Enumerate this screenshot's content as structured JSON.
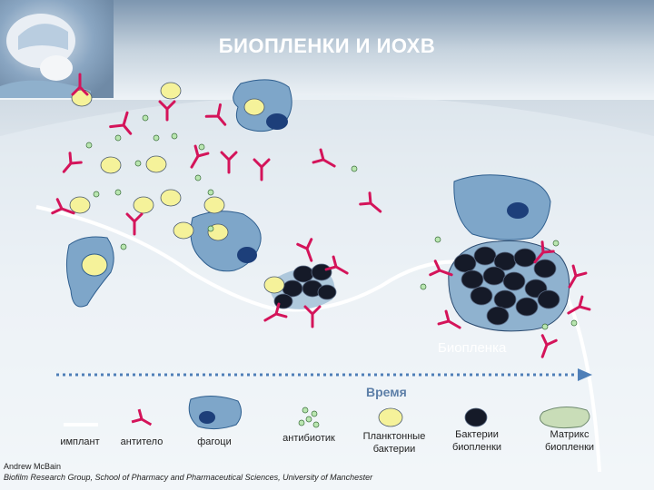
{
  "title": "БИОПЛЕНКИ И ИОХВ",
  "diagram": {
    "biofilm_label": "Биопленка",
    "time_label": "Время"
  },
  "legend": {
    "implant": "имплант",
    "antibody": "антитело",
    "phagocyte": "фагоци",
    "antibiotic": "антибиотик",
    "planktonic": "Планктонные бактерии",
    "biofilm_bacteria": "Бактерии биопленки",
    "matrix": "Матрикс биопленки"
  },
  "credit": {
    "author": "Andrew McBain",
    "affiliation": "Biofilm Research Group, School of Pharmacy and Pharmaceutical Sciences, University of Manchester"
  },
  "colors": {
    "antibody": "#d4145a",
    "bacteria": "#f5f29a",
    "phagocyte": "#7ea6c9",
    "nucleus": "#1d3f7a",
    "antibiotic": "#b9e6b0",
    "biofilm_bacteria": "#151a28",
    "matrix": "#c9ddb8"
  }
}
